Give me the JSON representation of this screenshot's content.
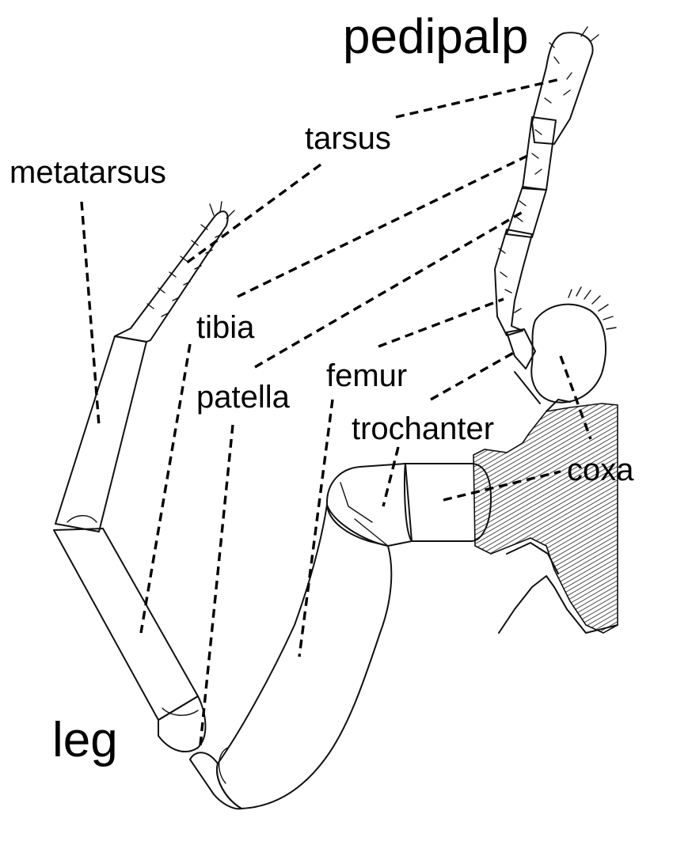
{
  "labels": {
    "pedipalp": "pedipalp",
    "leg": "leg",
    "metatarsus": "metatarsus",
    "tarsus": "tarsus",
    "tibia": "tibia",
    "patella": "patella",
    "femur": "femur",
    "trochanter": "trochanter",
    "coxa": "coxa"
  }
}
